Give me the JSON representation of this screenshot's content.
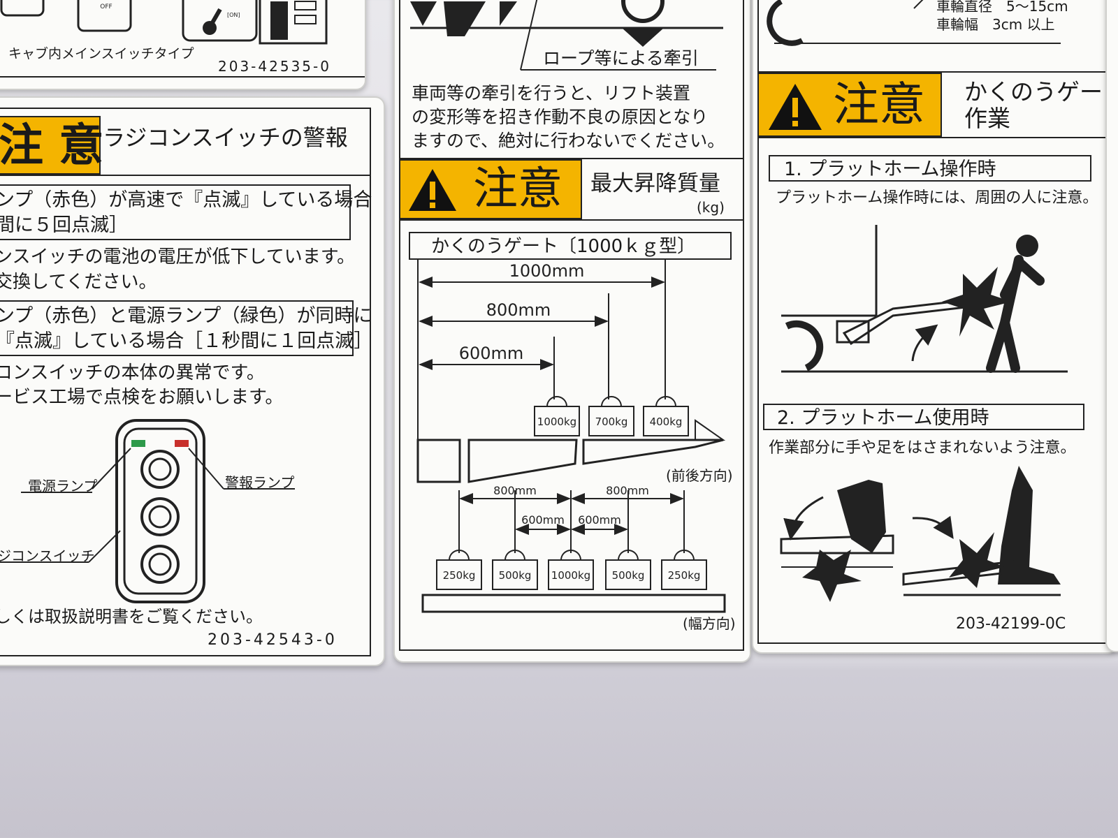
{
  "left_top_panel": {
    "caption": "キャブ内メインスイッチタイプ",
    "code": "203-42535-0",
    "off_label": "OFF",
    "on_label": "[ON]"
  },
  "left_panel": {
    "warn_word": "注 意",
    "title": "ラジコンスイッチの警報",
    "cond1_line1": "ンプ（赤色）が高速で『点滅』している場合",
    "cond1_line2": "間に５回点滅］",
    "text1_line1": "ンスイッチの電池の電圧が低下しています。",
    "text1_line2": "交換してください。",
    "cond2_line1": "ンプ（赤色）と電源ランプ（緑色）が同時に",
    "cond2_line2": "『点滅』している場合［１秒間に１回点滅］",
    "text2_line1": "コンスイッチの本体の異常です。",
    "text2_line2": "ービス工場で点検をお願いします。",
    "label_power": "電源ランプ",
    "label_alarm": "警報ランプ",
    "label_switch": "ジコンスイッチ",
    "footer": "しくは取扱説明書をご覧ください。",
    "code": "203-42543-0"
  },
  "middle_panel": {
    "rope_label": "ロープ等による牽引",
    "tow_text_1": "車両等の牽引を行うと、リフト装置",
    "tow_text_2": "の変形等を招き作動不良の原因となり",
    "tow_text_3": "ますので、絶対に行わないでください。",
    "warn_word": "注意",
    "title": "最大昇降質量",
    "unit": "(kg)",
    "gate_label": "かくのうゲート〔1000ｋｇ型〕",
    "front_back_label": "(前後方向)",
    "width_label": "(幅方向)",
    "front_back_dims": [
      "1000mm",
      "800mm",
      "600mm"
    ],
    "front_back_weights": [
      "1000kg",
      "700kg",
      "400kg"
    ],
    "width_dims_outer": [
      "800mm",
      "800mm"
    ],
    "width_dims_inner": [
      "600mm",
      "600mm"
    ],
    "width_weights": [
      "250kg",
      "500kg",
      "1000kg",
      "500kg",
      "250kg"
    ]
  },
  "right_panel": {
    "top_line1": "車輪直径　5～15cm",
    "top_line2": "車輪幅　3cm 以上",
    "warn_word": "注意",
    "title_line1": "かくのうゲート",
    "title_line2": "作業",
    "section1_title": "1. プラットホーム操作時",
    "section1_text": "プラットホーム操作時には、周囲の人に注意。",
    "section2_title": "2. プラットホーム使用時",
    "section2_text": "作業部分に手や足をはさまれないよう注意。",
    "code": "203-42199-0C"
  },
  "colors": {
    "warning_yellow": "#f4b400",
    "ink": "#1a1a1a",
    "label_bg": "#fbfbf9",
    "lamp_green": "#2e9a4a",
    "lamp_red": "#c8302c"
  }
}
